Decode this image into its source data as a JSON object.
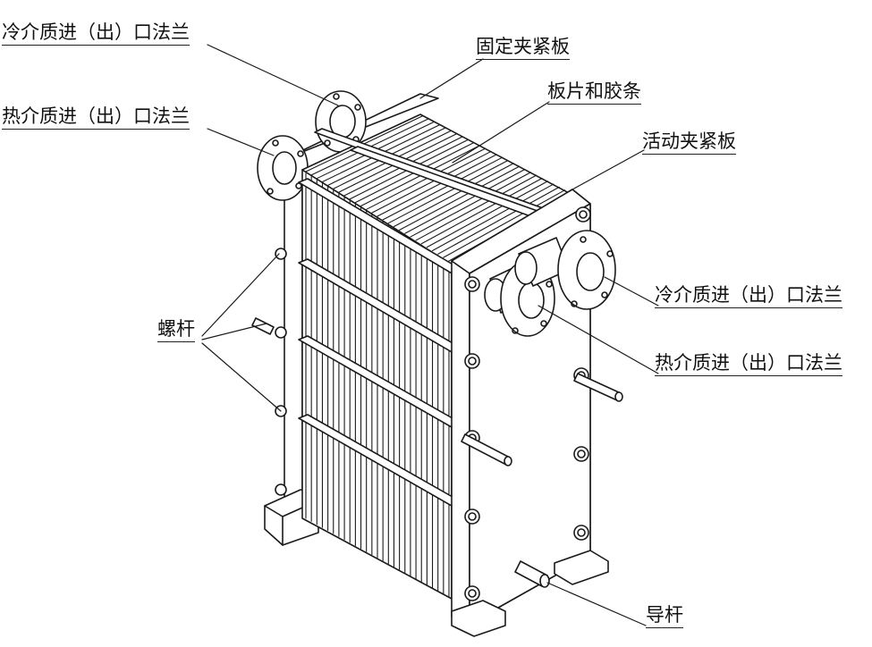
{
  "labels": {
    "cold_inlet_left": "冷介质进（出）口法兰",
    "hot_inlet_left": "热介质进（出）口法兰",
    "fixed_plate": "固定夹紧板",
    "plates_gaskets": "板片和胶条",
    "movable_plate": "活动夹紧板",
    "cold_inlet_right": "冷介质进（出）口法兰",
    "hot_inlet_right": "热介质进（出）口法兰",
    "bolt": "螺杆",
    "guide_rod": "导杆"
  },
  "colors": {
    "line": "#1a1a1a",
    "fill": "#ffffff",
    "shade": "#dcdcdc"
  }
}
